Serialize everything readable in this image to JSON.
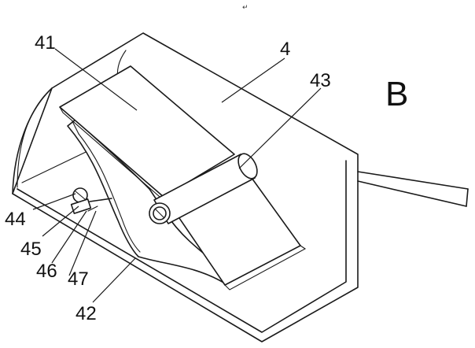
{
  "figure": {
    "view_letter": "B",
    "corner_mark": "↵",
    "labels": {
      "part_41": "41",
      "part_4": "4",
      "part_43": "43",
      "part_44": "44",
      "part_45": "45",
      "part_46": "46",
      "part_47": "47",
      "part_42": "42"
    }
  }
}
